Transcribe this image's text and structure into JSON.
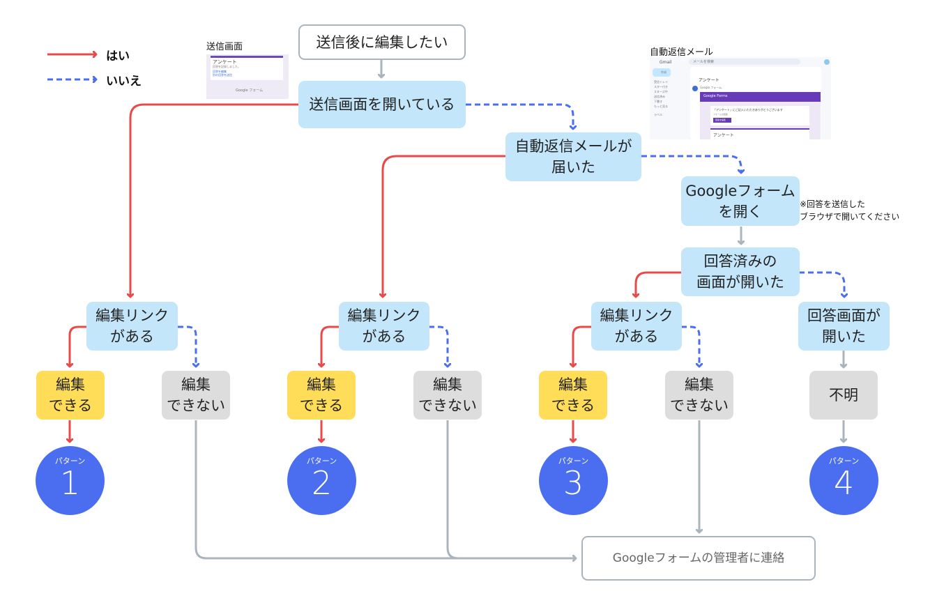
{
  "legend": {
    "yes_label": "はい",
    "no_label": "いいえ"
  },
  "colors": {
    "yes": "#e84a4a",
    "no": "#4b6ef0",
    "neutral": "#a9b4bd",
    "decision_fill": "#c3e6fb",
    "can_edit_fill": "#ffdd59",
    "cannot_edit_fill": "#dddddd",
    "pattern_circle": "#4b6ef0"
  },
  "thumbnails": {
    "submit_screen": {
      "caption": "送信画面",
      "form_title": "アンケート",
      "response_text": "回答を記録しました。",
      "link1": "回答を編集",
      "link2": "別の回答を送信",
      "footer": "Google フォーム"
    },
    "auto_reply": {
      "caption": "自動返信メール",
      "app_name": "Gmail",
      "search_placeholder": "メールを検索",
      "compose": "作成",
      "subject": "アンケート",
      "sender": "Google フォーム",
      "banner": "Google Forms",
      "message": "「アンケート」にご記入いただきありがとうございます",
      "sub_message": "フォームの回答",
      "button": "回答を編集",
      "form_title": "アンケート",
      "sidebar_items": [
        "受信トレイ",
        "スター付き",
        "スヌーズ中",
        "送信済み",
        "下書き",
        "もっと見る"
      ],
      "labels_heading": "ラベル"
    }
  },
  "nodes": {
    "start": "送信後に編集したい",
    "q_submit_open": "送信画面を開いている",
    "q_auto_reply": "自動返信メールが\n届いた",
    "open_form": "Googleフォーム\nを開く",
    "open_form_note": "※回答を送信した\nブラウザで開いてください",
    "q_answered": "回答済みの\n画面が開いた",
    "q_link_1": "編集リンク\nがある",
    "q_link_2": "編集リンク\nがある",
    "q_link_3": "編集リンク\nがある",
    "q_answer_screen": "回答画面が\n開いた",
    "can_edit_1": "編集\nできる",
    "cannot_edit_1": "編集\nできない",
    "can_edit_2": "編集\nできる",
    "cannot_edit_2": "編集\nできない",
    "can_edit_3": "編集\nできる",
    "cannot_edit_3": "編集\nできない",
    "unknown": "不明",
    "contact_admin": "Googleフォームの管理者に連絡"
  },
  "patterns": [
    {
      "label": "パターン",
      "number": "1"
    },
    {
      "label": "パターン",
      "number": "2"
    },
    {
      "label": "パターン",
      "number": "3"
    },
    {
      "label": "パターン",
      "number": "4"
    }
  ],
  "edges": [
    {
      "from": "start",
      "to": "q_submit_open",
      "kind": "neutral"
    },
    {
      "from": "q_submit_open",
      "to": "q_link_1",
      "kind": "yes"
    },
    {
      "from": "q_submit_open",
      "to": "q_auto_reply",
      "kind": "no"
    },
    {
      "from": "q_auto_reply",
      "to": "q_link_2",
      "kind": "yes"
    },
    {
      "from": "q_auto_reply",
      "to": "open_form",
      "kind": "no"
    },
    {
      "from": "open_form",
      "to": "q_answered",
      "kind": "neutral"
    },
    {
      "from": "q_answered",
      "to": "q_link_3",
      "kind": "yes"
    },
    {
      "from": "q_answered",
      "to": "q_answer_screen",
      "kind": "no"
    },
    {
      "from": "q_link_1",
      "to": "can_edit_1",
      "kind": "yes"
    },
    {
      "from": "q_link_1",
      "to": "cannot_edit_1",
      "kind": "no"
    },
    {
      "from": "q_link_2",
      "to": "can_edit_2",
      "kind": "yes"
    },
    {
      "from": "q_link_2",
      "to": "cannot_edit_2",
      "kind": "no"
    },
    {
      "from": "q_link_3",
      "to": "can_edit_3",
      "kind": "yes"
    },
    {
      "from": "q_link_3",
      "to": "cannot_edit_3",
      "kind": "no"
    },
    {
      "from": "q_answer_screen",
      "to": "unknown",
      "kind": "neutral"
    },
    {
      "from": "can_edit_1",
      "to": "pattern_1",
      "kind": "yes"
    },
    {
      "from": "can_edit_2",
      "to": "pattern_2",
      "kind": "yes"
    },
    {
      "from": "can_edit_3",
      "to": "pattern_3",
      "kind": "yes"
    },
    {
      "from": "unknown",
      "to": "pattern_4",
      "kind": "neutral"
    },
    {
      "from": "cannot_edit_1",
      "to": "contact_admin",
      "kind": "neutral"
    },
    {
      "from": "cannot_edit_2",
      "to": "contact_admin",
      "kind": "neutral"
    },
    {
      "from": "cannot_edit_3",
      "to": "contact_admin",
      "kind": "neutral"
    }
  ]
}
